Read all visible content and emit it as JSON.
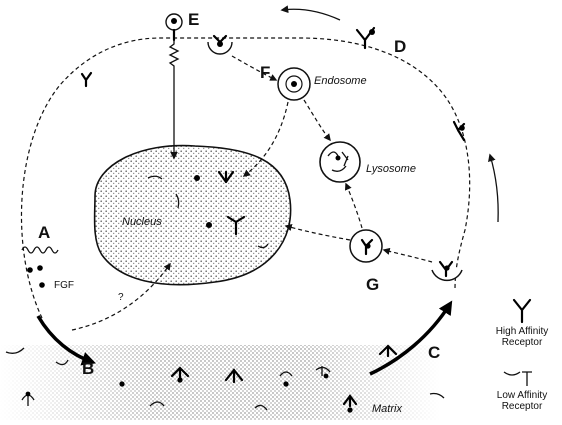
{
  "labels": {
    "A": "A",
    "B": "B",
    "C": "C",
    "D": "D",
    "E": "E",
    "F": "F",
    "G": "G"
  },
  "compartments": {
    "endosome": "Endosome",
    "lysosome": "Lysosome",
    "nucleus": "Nucleus",
    "matrix": "Matrix"
  },
  "growth_factor": "FGF",
  "unknown_path": "?",
  "legend": {
    "high_affinity": [
      "High Affinity",
      "Receptor"
    ],
    "low_affinity": [
      "Low Affinity",
      "Receptor"
    ]
  }
}
